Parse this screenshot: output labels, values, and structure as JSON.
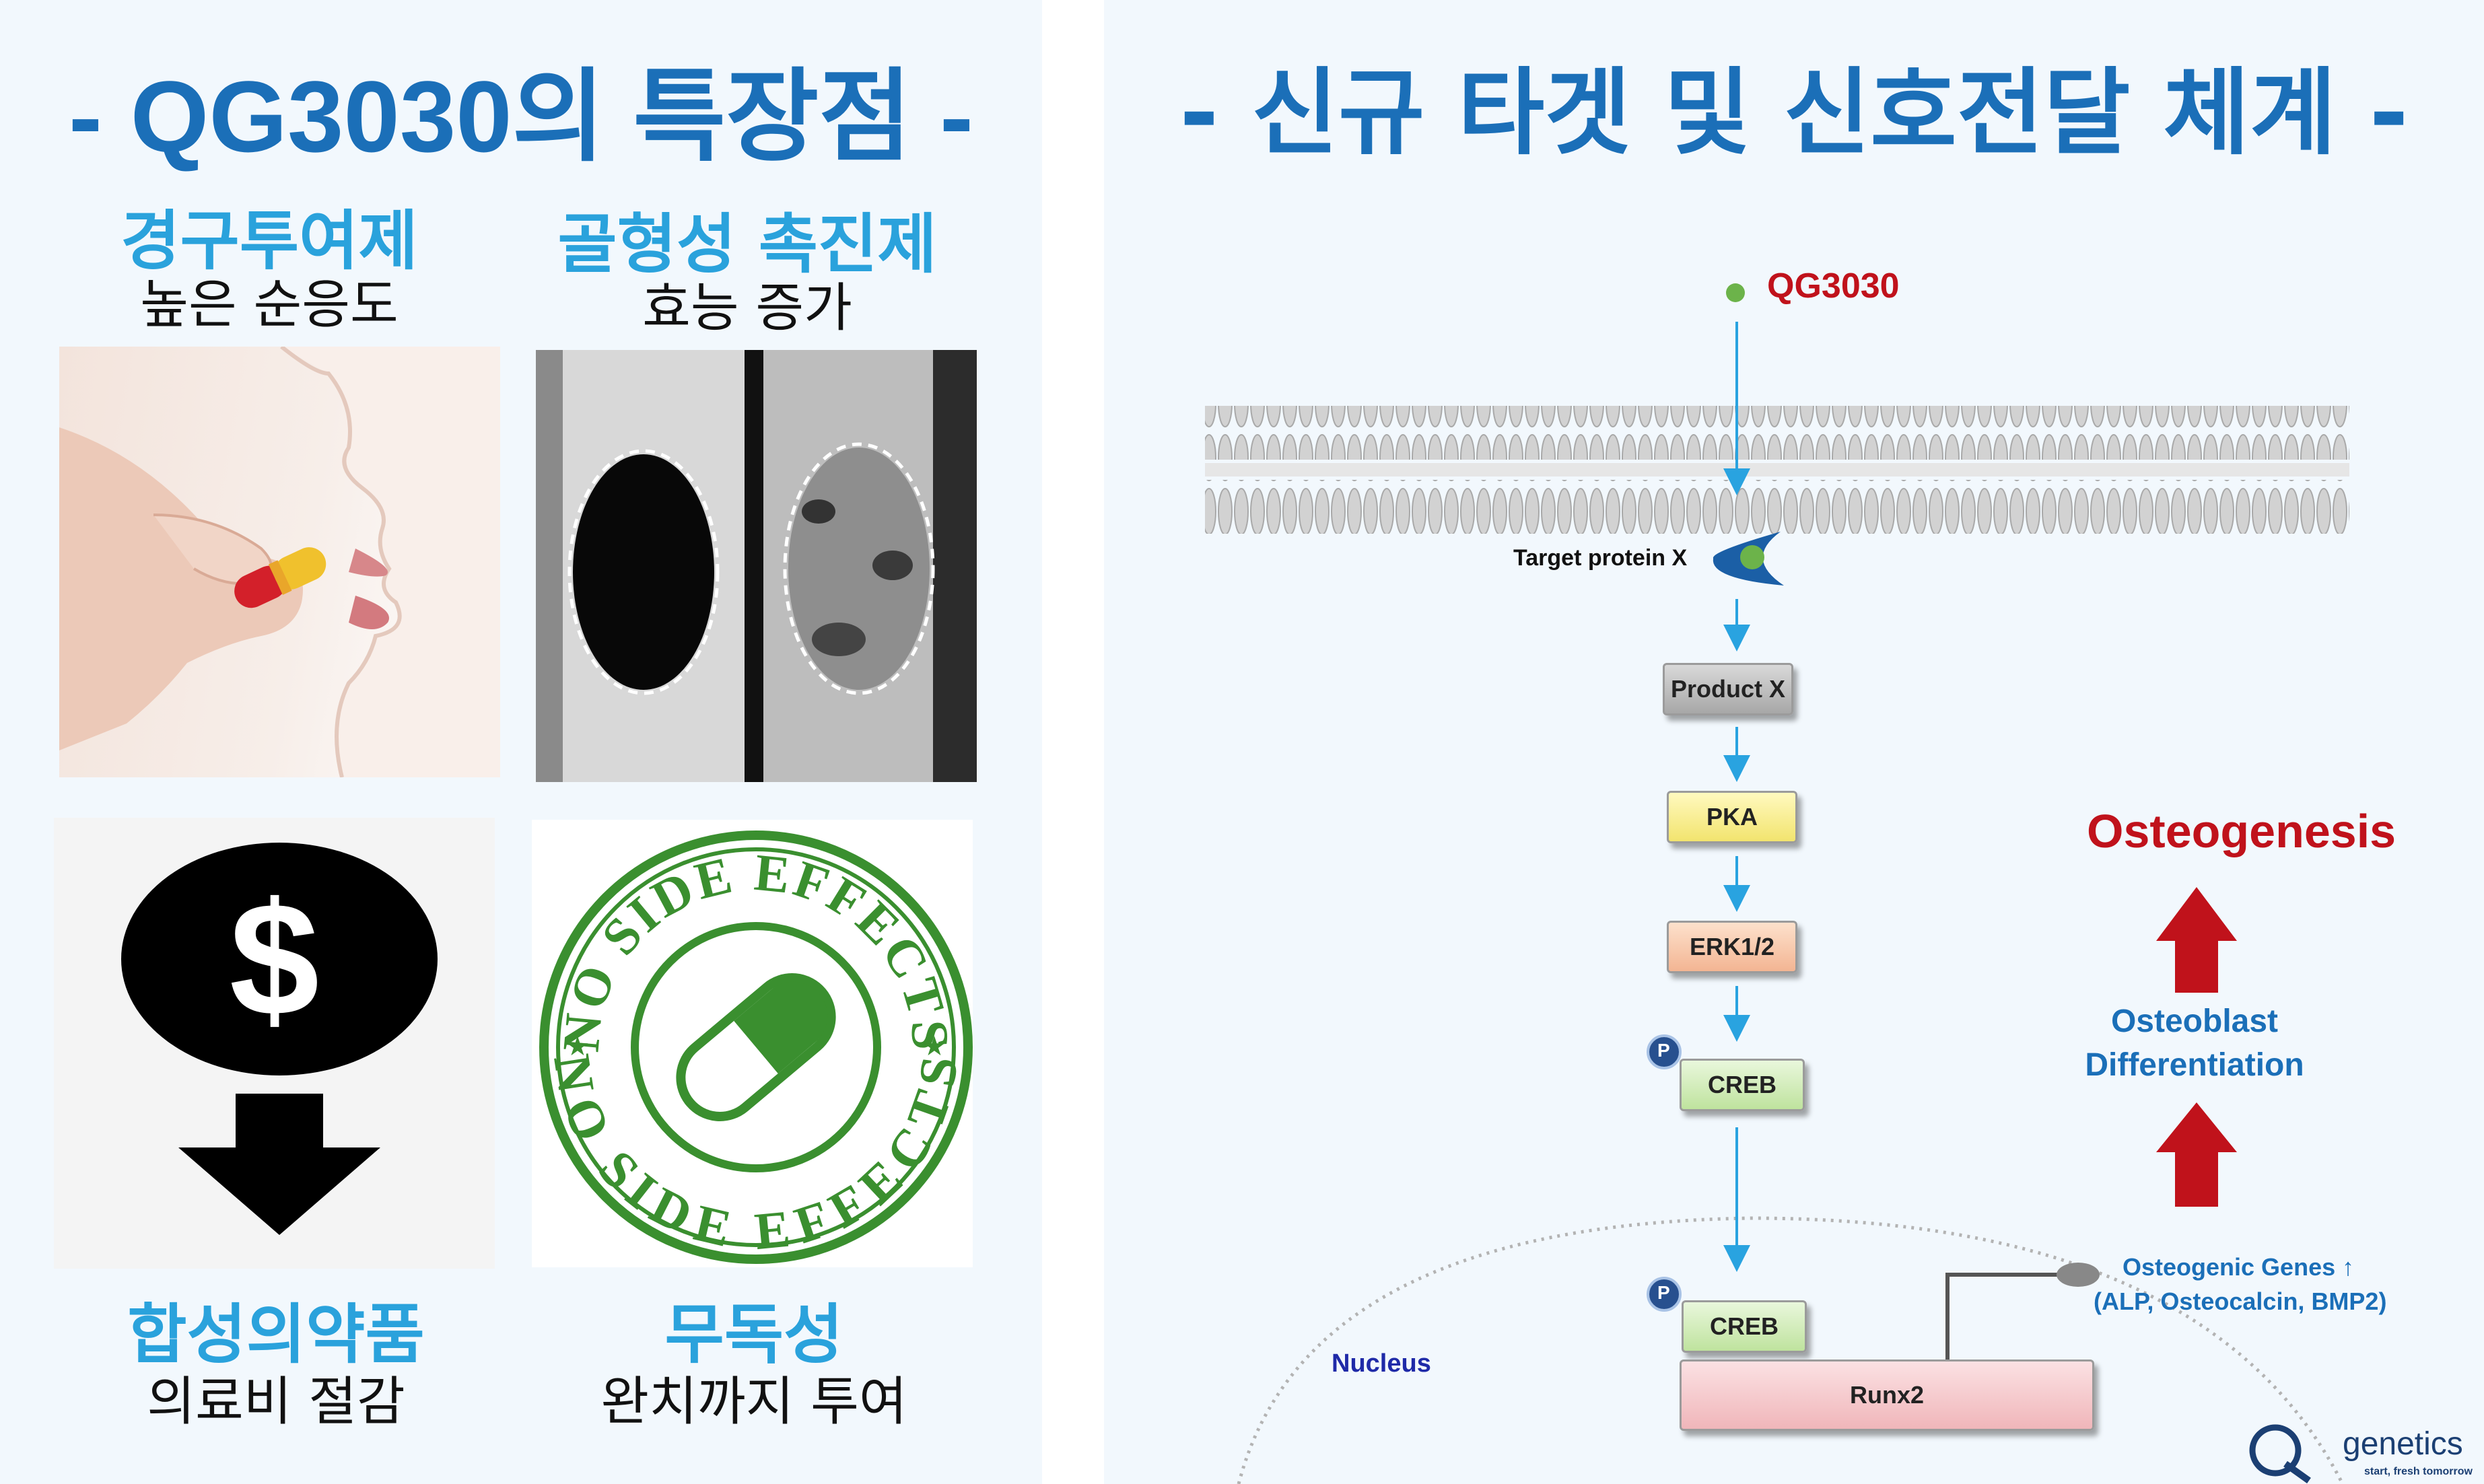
{
  "left": {
    "title": "- QG3030의 특장점 -",
    "features": [
      {
        "title": "경구투여제",
        "subtitle": "높은 순응도"
      },
      {
        "title": "골형성 촉진제",
        "subtitle": "효능 증가"
      },
      {
        "title": "합성의약품",
        "subtitle": "의료비 절감"
      },
      {
        "title": "무독성",
        "subtitle": "완치까지 투여"
      }
    ],
    "stamp": {
      "text": "NO SIDE EFFECTS",
      "color": "#3a8f2f"
    },
    "dollar_symbol": "$"
  },
  "right": {
    "title": "- 신규 타겟 및 신호전달 체계 -",
    "drug_label": "QG3030",
    "target_label": "Target protein X",
    "nodes": {
      "product_x": "Product X",
      "pka": "PKA",
      "erk": "ERK1/2",
      "creb_cyto": "CREB",
      "creb_nuc": "CREB",
      "runx2": "Runx2"
    },
    "phospho": "P",
    "nucleus_label": "Nucleus",
    "genes_label_1": "Osteogenic Genes ↑",
    "genes_label_2": "(ALP, Osteocalcin, BMP2)",
    "osteoblast_1": "Osteoblast",
    "osteoblast_2": "Differentiation",
    "osteogenesis": "Osteogenesis",
    "logo_text": "genetics",
    "logo_tagline": "start, fresh tomorrow",
    "colors": {
      "accent": "#1b6fb8",
      "red": "#c0121b",
      "arrow": "#29a3e0"
    }
  }
}
